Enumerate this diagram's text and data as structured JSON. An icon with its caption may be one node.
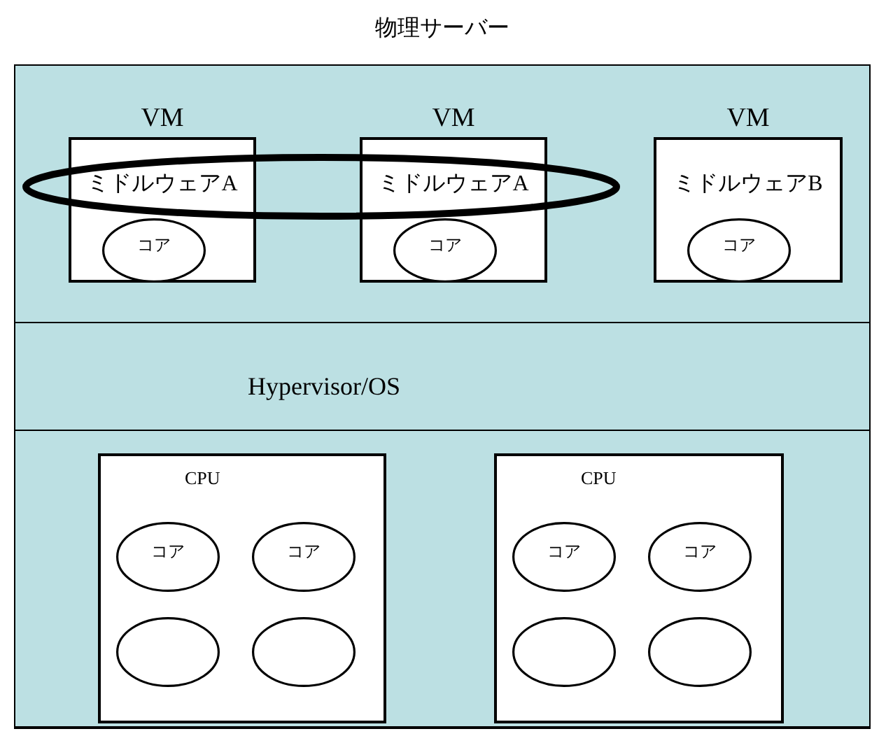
{
  "diagram": {
    "nodes": [
      {
        "text": [
          "物理サーバー"
        ]
      },
      {
        "text": [],
        "shape": "box",
        "in": 0
      },
      {
        "text": [
          "VM",
          "ミドルウェアA"
        ],
        "in": 1
      },
      {
        "text": [
          "コア"
        ],
        "in": 2
      },
      {
        "text": [
          "VM",
          "ミドルウェアA"
        ],
        "in": 1
      },
      {
        "text": [
          "コア"
        ],
        "in": 4
      },
      {
        "text": [
          "VM",
          "ミドルウェアB"
        ],
        "in": 1
      },
      {
        "text": [
          "コア"
        ],
        "in": 6
      },
      {
        "text": [],
        "shape": "circle",
        "in": 1
      },
      {
        "text": [
          "Hypervisor/OS"
        ],
        "in": 0
      },
      {
        "text": [],
        "shape": "box",
        "in": 0
      },
      {
        "text": [
          "CPU"
        ],
        "in": 10
      },
      {
        "text": [
          "コア"
        ],
        "in": 11
      },
      {
        "text": [
          "コア"
        ],
        "in": 11
      },
      {
        "text": [],
        "shape": "circle",
        "in": 11
      },
      {
        "text": [],
        "shape": "circle",
        "in": 11
      },
      {
        "text": [
          "CPU"
        ],
        "in": 10
      },
      {
        "text": [
          "コア"
        ],
        "in": 16
      },
      {
        "text": [
          "コア"
        ],
        "in": 16
      },
      {
        "text": [],
        "shape": "circle",
        "in": 16
      },
      {
        "text": [],
        "shape": "circle",
        "in": 16
      }
    ]
  }
}
